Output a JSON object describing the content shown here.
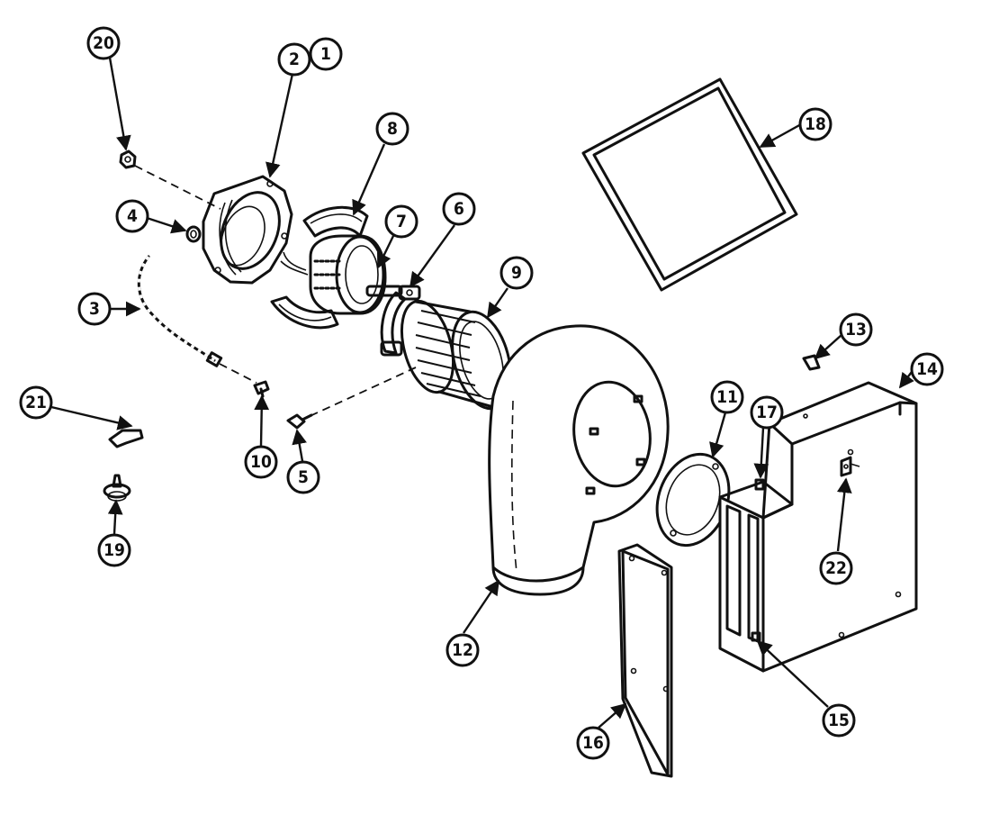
{
  "callouts": [
    {
      "id": "c1",
      "label": "1"
    },
    {
      "id": "c2",
      "label": "2"
    },
    {
      "id": "c3",
      "label": "3"
    },
    {
      "id": "c4",
      "label": "4"
    },
    {
      "id": "c5",
      "label": "5"
    },
    {
      "id": "c6",
      "label": "6"
    },
    {
      "id": "c7",
      "label": "7"
    },
    {
      "id": "c8",
      "label": "8"
    },
    {
      "id": "c9",
      "label": "9"
    },
    {
      "id": "c10",
      "label": "10"
    },
    {
      "id": "c11",
      "label": "11"
    },
    {
      "id": "c12",
      "label": "12"
    },
    {
      "id": "c13",
      "label": "13"
    },
    {
      "id": "c14",
      "label": "14"
    },
    {
      "id": "c15",
      "label": "15"
    },
    {
      "id": "c16",
      "label": "16"
    },
    {
      "id": "c17",
      "label": "17"
    },
    {
      "id": "c18",
      "label": "18"
    },
    {
      "id": "c19",
      "label": "19"
    },
    {
      "id": "c20",
      "label": "20"
    },
    {
      "id": "c21",
      "label": "21"
    },
    {
      "id": "c22",
      "label": "22"
    }
  ],
  "colors": {
    "ink": "#111111",
    "background": "#ffffff"
  }
}
